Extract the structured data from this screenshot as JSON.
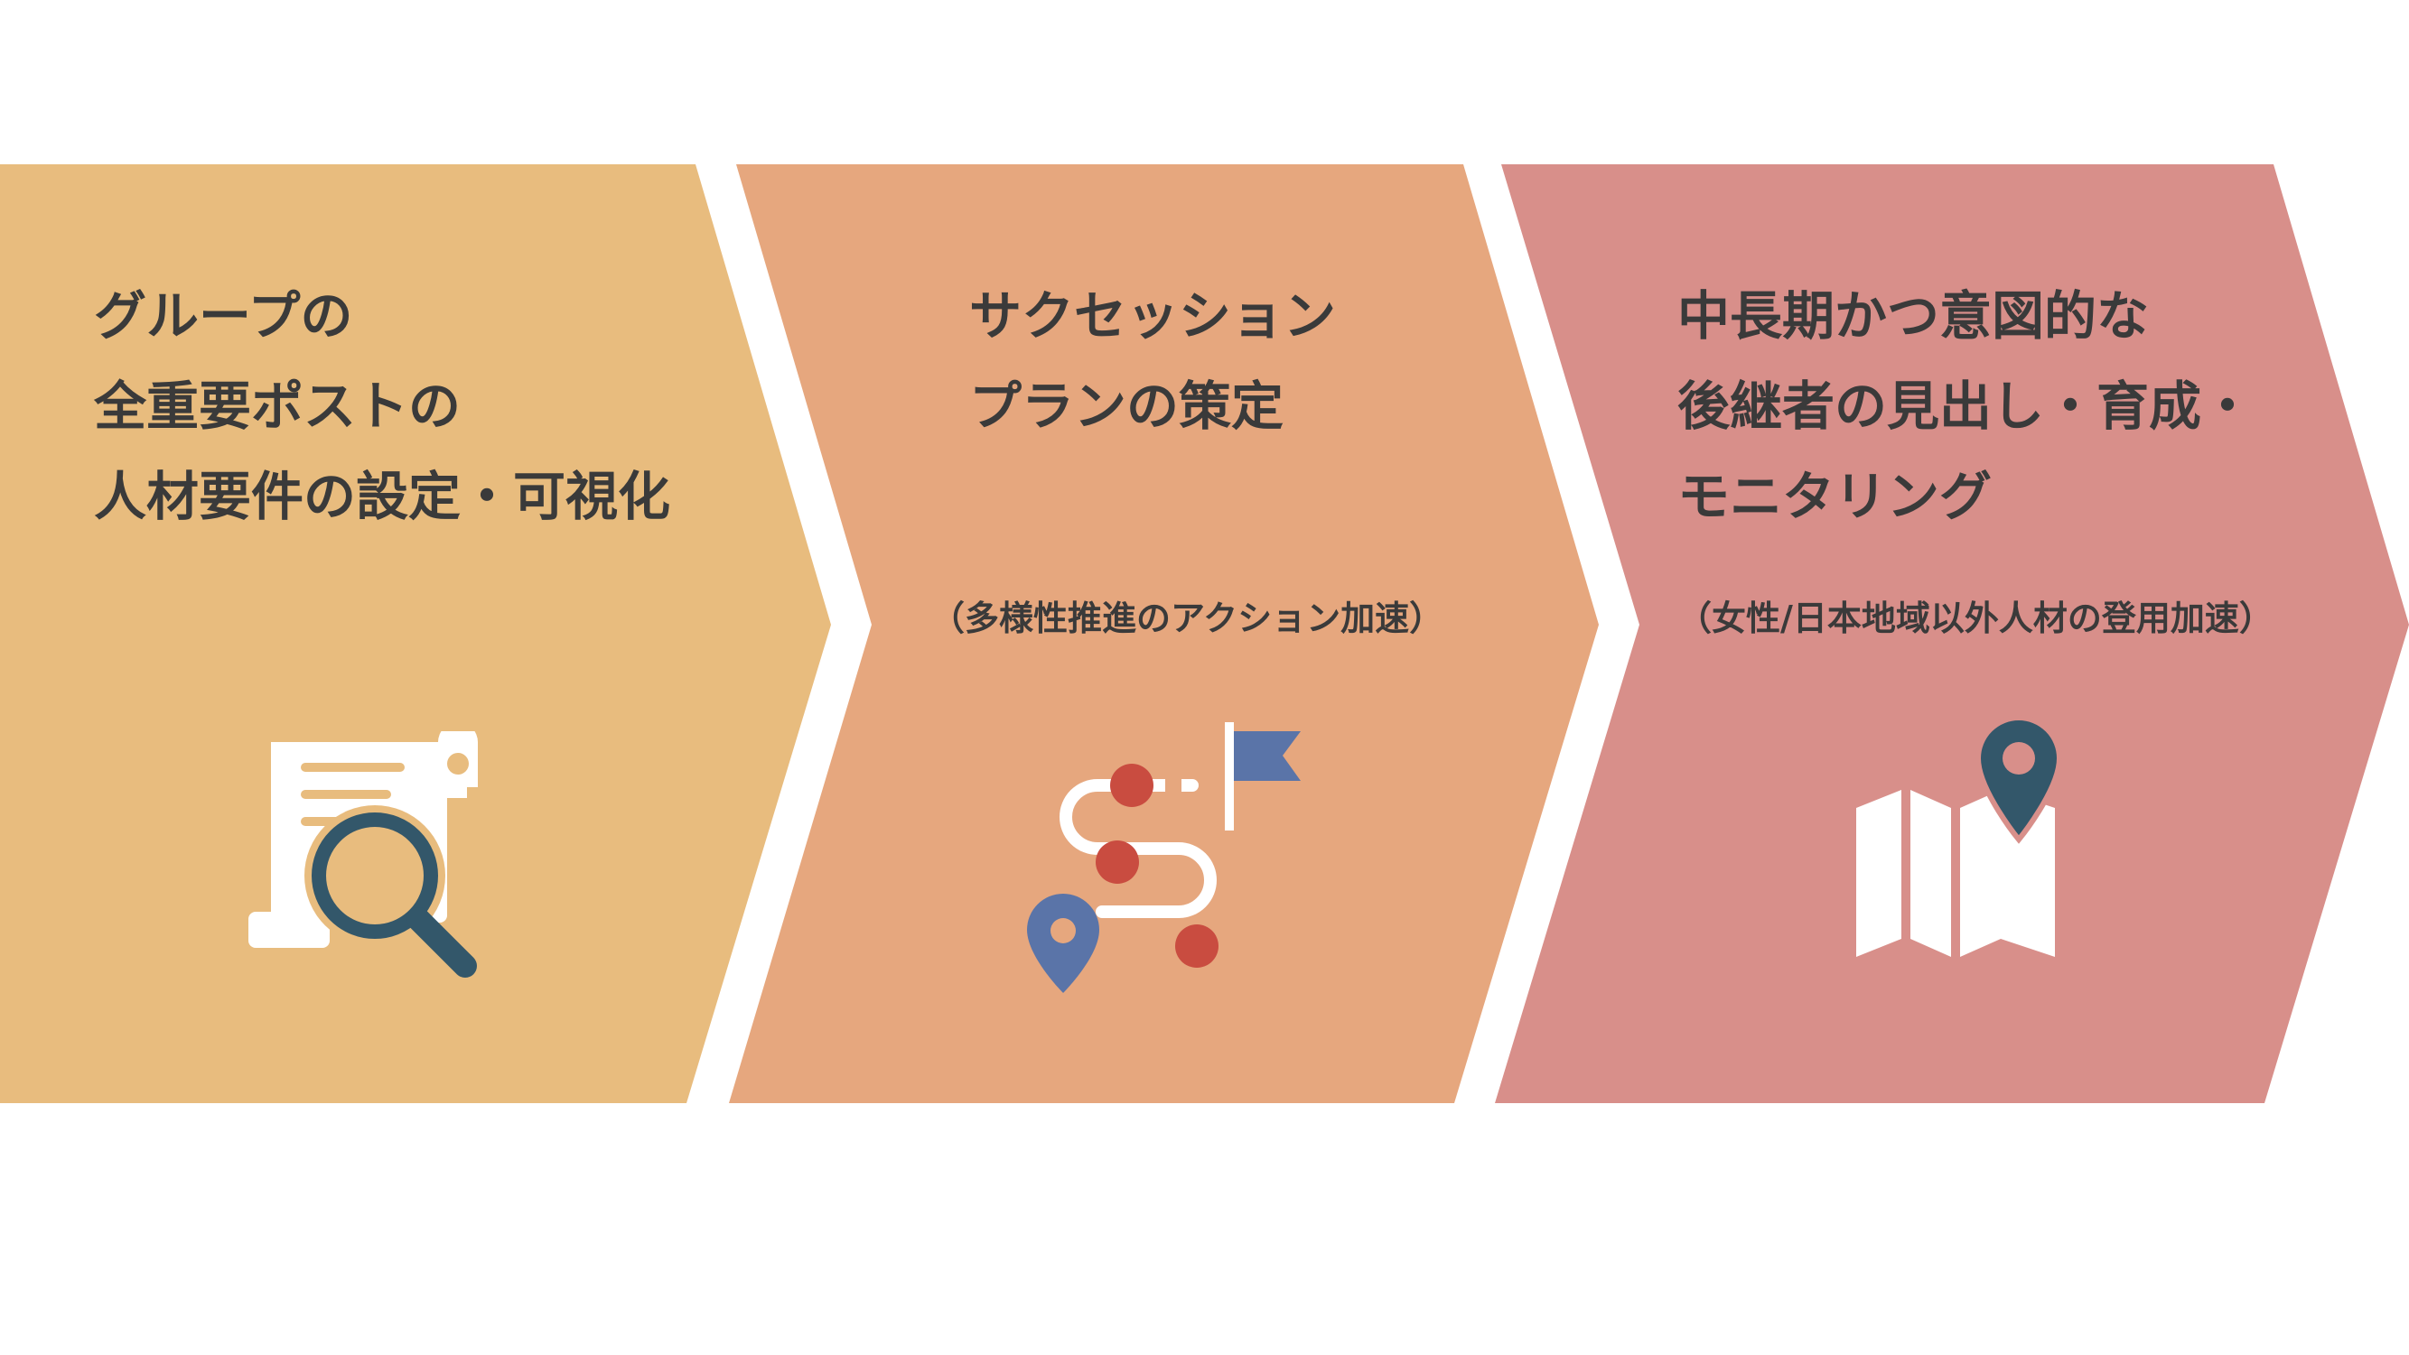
{
  "steps": [
    {
      "title": "グループの\n全重要ポストの\n人材要件の設定・可視化",
      "note": "",
      "color": "#E8BC7E",
      "icon": "document-search-icon"
    },
    {
      "title": "サクセッション\nプランの策定",
      "note": "（多様性推進のアクション加速）",
      "color": "#E6A77E",
      "icon": "roadmap-flag-icon"
    },
    {
      "title": "中長期かつ意図的な\n後継者の見出し・育成・\nモニタリング",
      "note": "（女性/日本地域以外人材の登用加速）",
      "color": "#D88F8A",
      "icon": "map-pin-icon"
    }
  ],
  "colors": {
    "text": "#3a3a3a",
    "icon_dark": "#33576A",
    "icon_red": "#C94C40",
    "icon_blue": "#5A74A8",
    "icon_light": "#FFFFFF"
  }
}
